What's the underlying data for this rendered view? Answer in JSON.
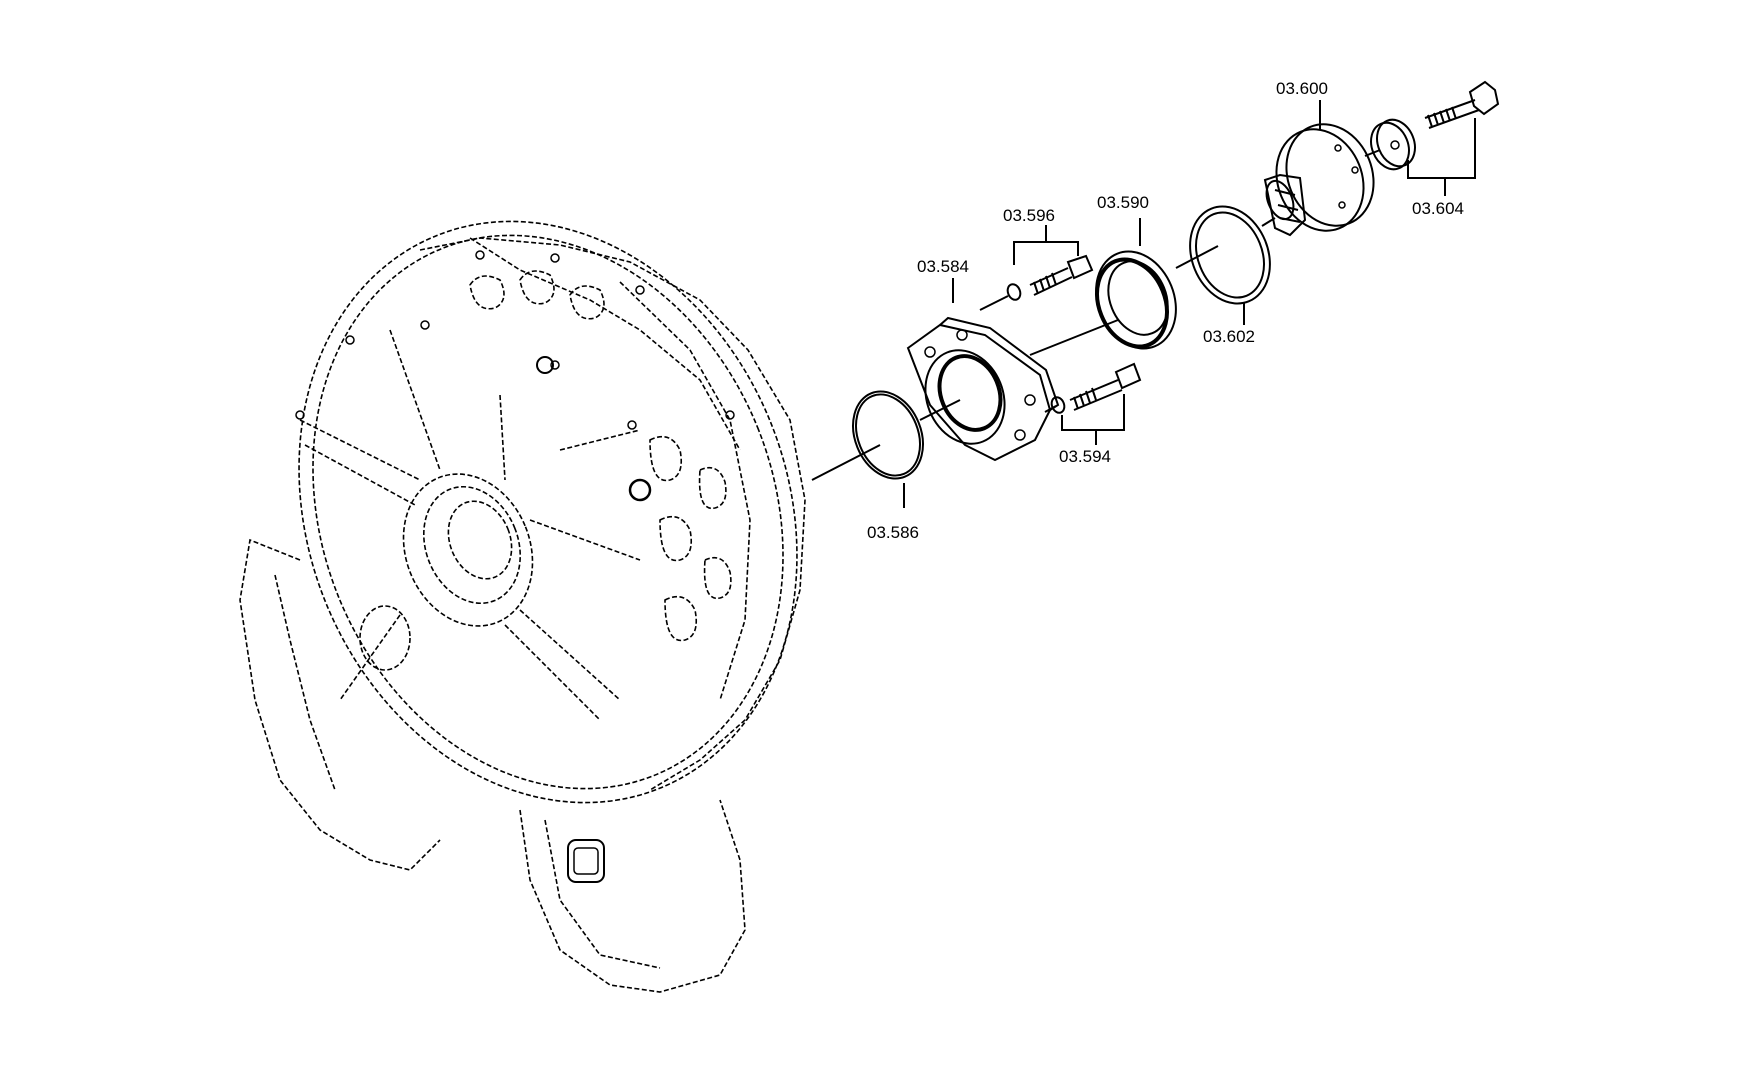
{
  "parts": {
    "p03600": "03.600",
    "p03604": "03.604",
    "p03596": "03.596",
    "p03590": "03.590",
    "p03584": "03.584",
    "p03602": "03.602",
    "p03594": "03.594",
    "p03586": "03.586"
  }
}
